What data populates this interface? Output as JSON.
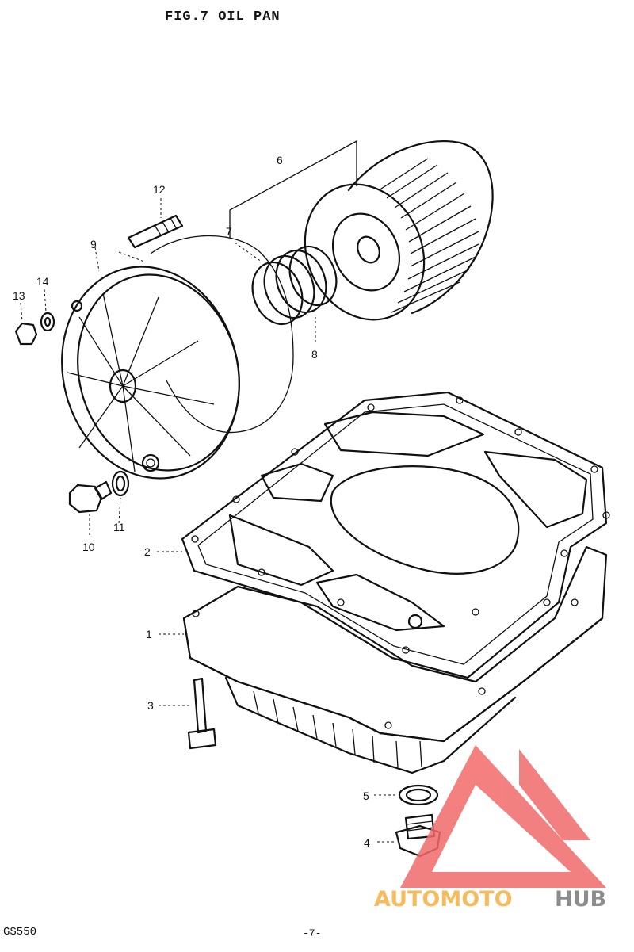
{
  "header": {
    "title": "FIG.7  OIL PAN"
  },
  "footer": {
    "model": "GS550",
    "page": "-7-"
  },
  "callouts": [
    {
      "id": "c1",
      "label": "1"
    },
    {
      "id": "c2",
      "label": "2"
    },
    {
      "id": "c3",
      "label": "3"
    },
    {
      "id": "c4",
      "label": "4"
    },
    {
      "id": "c5",
      "label": "5"
    },
    {
      "id": "c6",
      "label": "6"
    },
    {
      "id": "c7",
      "label": "7"
    },
    {
      "id": "c8",
      "label": "8"
    },
    {
      "id": "c9",
      "label": "9"
    },
    {
      "id": "c10",
      "label": "10"
    },
    {
      "id": "c11",
      "label": "11"
    },
    {
      "id": "c12",
      "label": "12"
    },
    {
      "id": "c13",
      "label": "13"
    },
    {
      "id": "c14",
      "label": "14"
    }
  ],
  "watermark": {
    "part1": "AUTOMOTO",
    "part2": "HUB",
    "color_primary": "#f26a6a",
    "color_secondary": "#f5b041",
    "color_tertiary": "#7a7a7a"
  }
}
